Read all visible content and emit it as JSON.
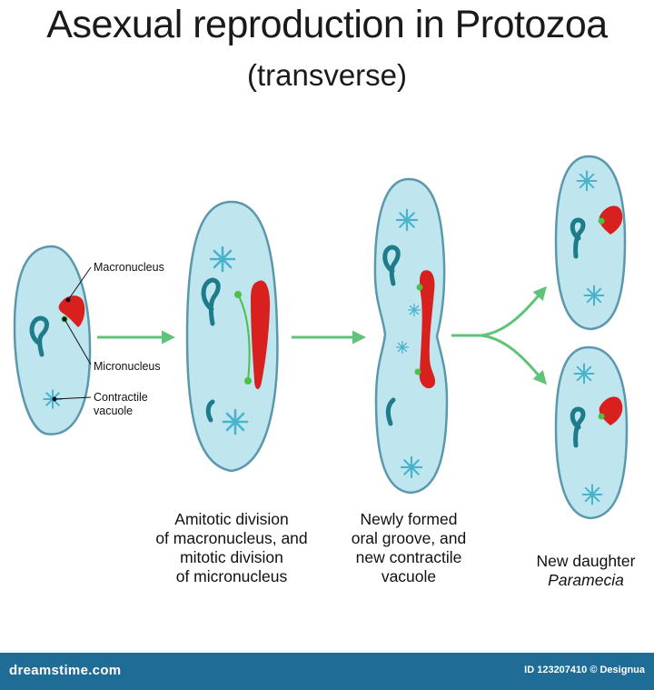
{
  "title": "Asexual reproduction in Protozoa",
  "subtitle": "(transverse)",
  "labels": {
    "macronucleus": "Macronucleus",
    "micronucleus": "Micronucleus",
    "contractile_line1": "Contractile",
    "contractile_line2": "vacuole"
  },
  "captions": {
    "stage2": [
      "Amitotic division",
      "of macronucleus, and",
      "mitotic division",
      "of micronucleus"
    ],
    "stage3": [
      "Newly formed",
      "oral groove, and",
      "new contractile",
      "vacuole"
    ],
    "stage4_line1": "New daughter",
    "stage4_line2": "Paramecia"
  },
  "footer": {
    "brand": "dreamstime.com",
    "credit": "ID 123207410 © Designua"
  },
  "colors": {
    "cell_fill": "#bfe6ee",
    "cell_outline": "#5b98ad",
    "arrow": "#5fc47a",
    "macronucleus": "#d8201f",
    "micronucleus": "#4cc04a",
    "vacuole": "#4ab3cc",
    "oral_groove": "#1e7b8a",
    "footer_bg": "#1f6d97"
  }
}
